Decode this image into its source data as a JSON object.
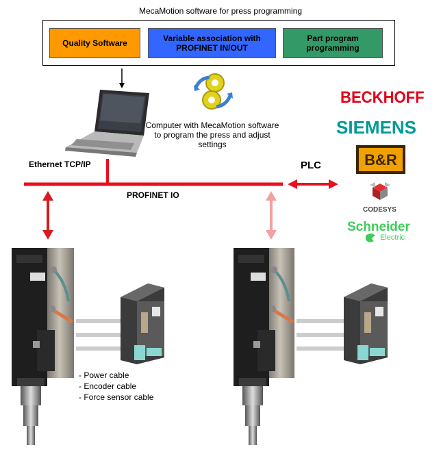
{
  "title": "MecaMotion software for press programming",
  "software_boxes": [
    {
      "label": "Quality Software",
      "color": "#ff9900"
    },
    {
      "label": "Variable association with PROFINET IN/OUT",
      "color": "#3366ff"
    },
    {
      "label": "Part program programming",
      "color": "#339966"
    }
  ],
  "computer_caption": "Computer with MecaMotion software to program the press and adjust settings",
  "ethernet_label": "Ethernet TCP/IP",
  "profinet_label": "PROFINET IO",
  "plc_label": "PLC",
  "logos": {
    "beckhoff": "BECKHOFF",
    "siemens": "SIEMENS",
    "br": "B&R",
    "codesys": "CODESYS",
    "schneider": "Schneider",
    "electric": "Electric"
  },
  "cable_list": [
    "- Power cable",
    "- Encoder cable",
    "- Force sensor cable"
  ],
  "colors": {
    "bus": "#e8101e",
    "arrow_dark": "#d81a22",
    "arrow_light": "#f4a0a0",
    "cable": "#cccccc"
  }
}
